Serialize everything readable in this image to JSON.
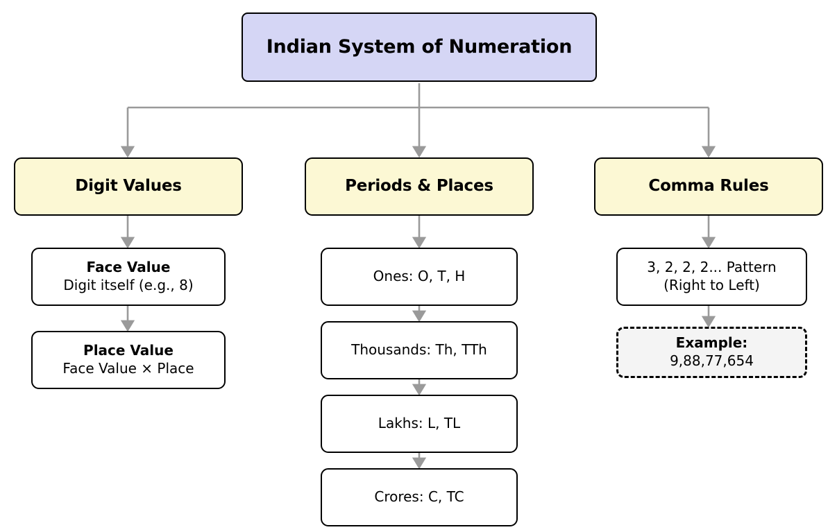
{
  "diagram": {
    "title": "Indian System of Numeration",
    "root": {
      "label": "Indian System of Numeration",
      "fill": "#D5D6F5",
      "border": "#000000"
    },
    "connector_color": "#9A9A9A",
    "branches": [
      {
        "label": "Digit Values",
        "fill": "#FCF8D4",
        "children": [
          {
            "heading": "Face Value",
            "detail": "Digit itself (e.g., 8)",
            "style": "solid"
          },
          {
            "heading": "Place Value",
            "detail": "Face Value × Place",
            "style": "solid"
          }
        ]
      },
      {
        "label": "Periods & Places",
        "fill": "#FCF8D4",
        "children": [
          {
            "heading": "",
            "detail": "Ones:  O, T, H",
            "style": "solid"
          },
          {
            "heading": "",
            "detail": "Thousands:  Th, TTh",
            "style": "solid"
          },
          {
            "heading": "",
            "detail": "Lakhs:  L, TL",
            "style": "solid"
          },
          {
            "heading": "",
            "detail": "Crores:  C, TC",
            "style": "solid"
          }
        ]
      },
      {
        "label": "Comma Rules",
        "fill": "#FCF8D4",
        "children": [
          {
            "heading": "",
            "detail": "3, 2, 2, 2... Pattern",
            "detail2": "(Right to Left)",
            "style": "solid"
          },
          {
            "heading": "Example:",
            "detail": "9,88,77,654",
            "style": "dashed"
          }
        ]
      }
    ]
  }
}
